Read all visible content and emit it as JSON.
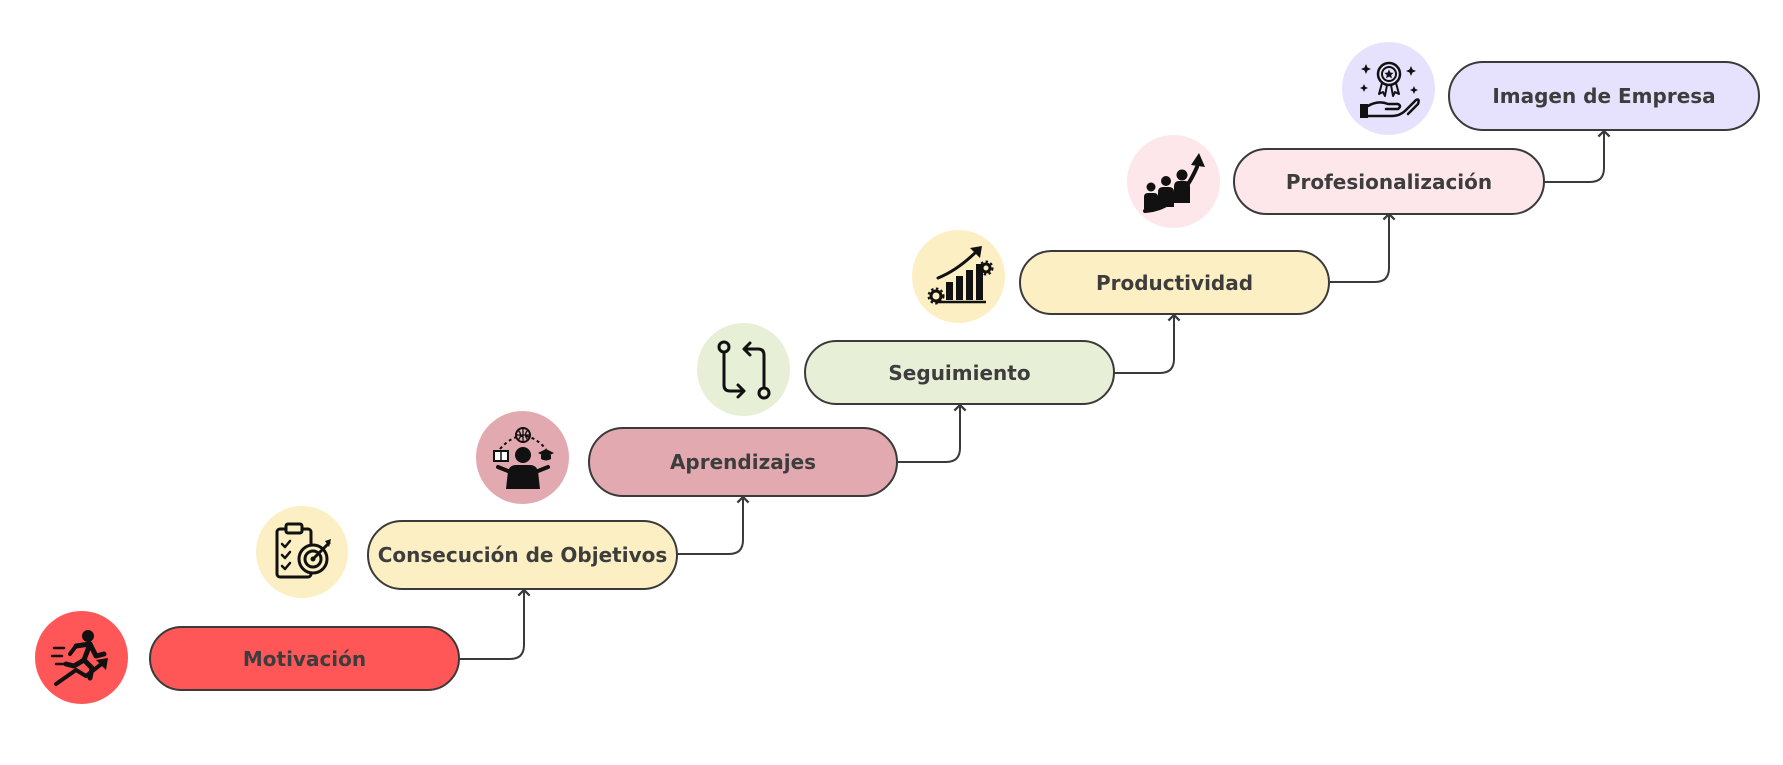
{
  "steps": [
    {
      "label": "Motivación",
      "color": "#ff5757",
      "icon": "running-man-arrow-icon",
      "icon_bg": "#ff5757"
    },
    {
      "label": "Consecución de Objetivos",
      "color": "#fcefc3",
      "icon": "clipboard-target-icon",
      "icon_bg": "#fcefc3"
    },
    {
      "label": "Aprendizajes",
      "color": "#e2aab0",
      "icon": "learner-globe-book-icon",
      "icon_bg": "#e2aab0"
    },
    {
      "label": "Seguimiento",
      "color": "#e7f0d6",
      "icon": "process-flow-icon",
      "icon_bg": "#e7f0d6"
    },
    {
      "label": "Productividad",
      "color": "#fcefc3",
      "icon": "growth-chart-gears-icon",
      "icon_bg": "#fcefc3"
    },
    {
      "label": "Profesionalización",
      "color": "#fde7ea",
      "icon": "team-growth-icon",
      "icon_bg": "#fde7ea"
    },
    {
      "label": "Imagen de Empresa",
      "color": "#e6e2fd",
      "icon": "award-hand-icon",
      "icon_bg": "#e6e2fd"
    }
  ]
}
